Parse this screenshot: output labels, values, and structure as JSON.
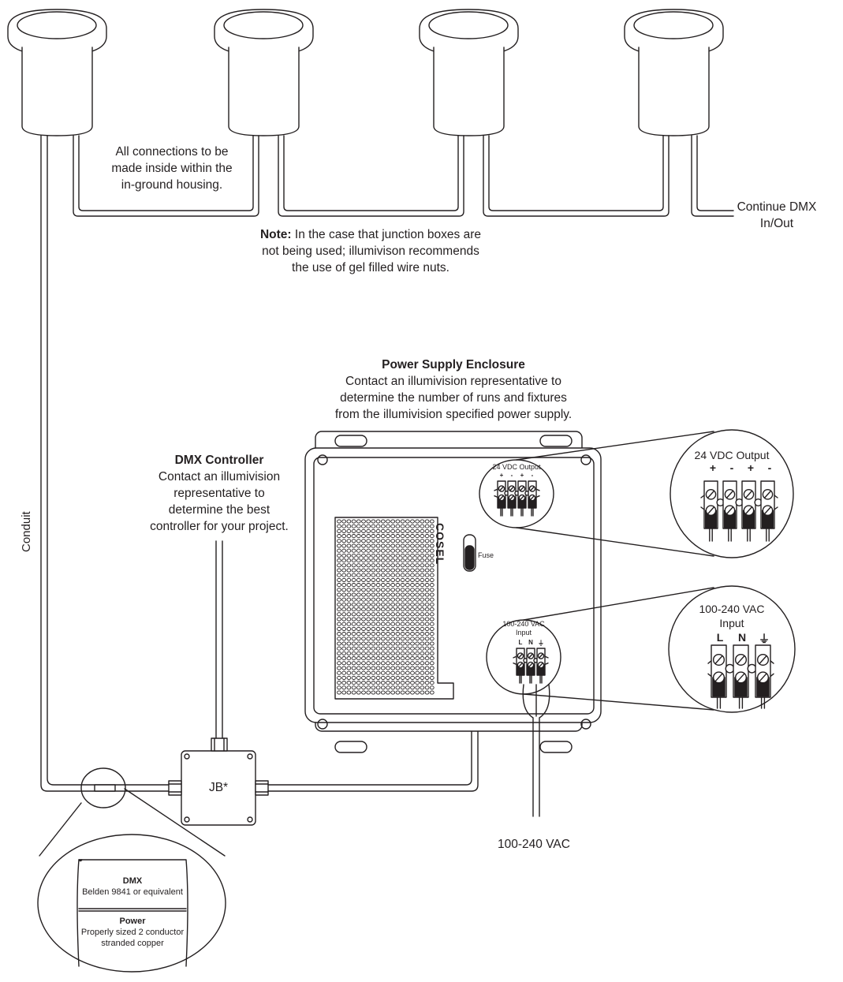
{
  "notes": {
    "connections": [
      "All connections to be",
      "made inside within the",
      "in-ground housing."
    ],
    "continue_dmx": [
      "Continue DMX",
      "In/Out"
    ],
    "note_bold": "Note:",
    "note_lines": [
      " In the case that junction boxes are",
      "not being used; illumivison recommends",
      "the use of gel filled wire nuts."
    ]
  },
  "power_supply": {
    "title": "Power Supply Enclosure",
    "lines": [
      "Contact an illumivision representative to",
      "determine the number of runs and fixtures",
      "from the illumivision specified power supply."
    ],
    "brand": "COSEL",
    "fuse": "Fuse",
    "output_small": "24 VDC Output",
    "output_small_syms": [
      "+",
      "-",
      "+",
      "-"
    ],
    "input_small": [
      "100-240 VAC",
      "Input"
    ],
    "input_small_syms": [
      "L",
      "N",
      "⏚"
    ]
  },
  "dmx_controller": {
    "title": "DMX Controller",
    "lines": [
      "Contact an illumivision",
      "representative to",
      "determine the best",
      "controller for your project."
    ]
  },
  "zoom_output": {
    "title": "24 VDC Output",
    "syms": [
      "+",
      "-",
      "+",
      "-"
    ]
  },
  "zoom_input": {
    "title": [
      "100-240 VAC",
      "Input"
    ],
    "syms": [
      "L",
      "N",
      "⏚"
    ]
  },
  "conduit_label": "Conduit",
  "junction_box": "JB*",
  "ac_label": "100-240 VAC",
  "cable_detail": {
    "dmx_title": "DMX",
    "dmx_desc": "Belden 9841 or equivalent",
    "power_title": "Power",
    "power_desc": [
      "Properly sized 2 conductor",
      "stranded copper"
    ]
  },
  "colors": {
    "ink": "#231f20",
    "fill_dark": "#231f20",
    "paper": "#ffffff"
  }
}
